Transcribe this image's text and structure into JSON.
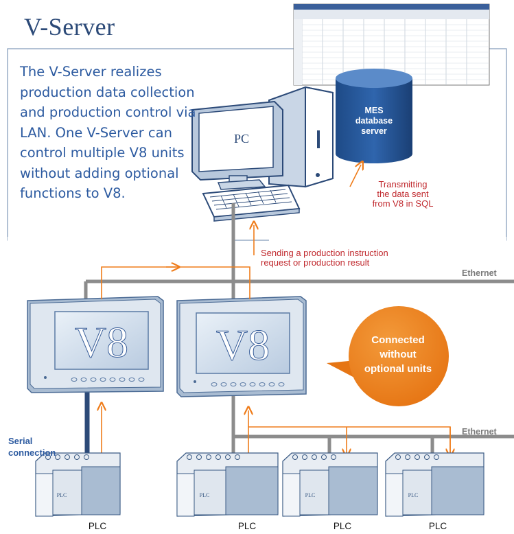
{
  "title": "V-Server",
  "intro": "The V-Server realizes production data collection and production control via LAN. One V-Server can control multiple V8 units without adding optional functions to V8.",
  "pc": {
    "label": "PC"
  },
  "mes": {
    "line1": "MES",
    "line2": "database",
    "line3": "server"
  },
  "transmit": {
    "line1": "Transmitting",
    "line2": "the data sent",
    "line3": "from V8 in SQL"
  },
  "sending": {
    "line1": "Sending a production instruction",
    "line2": "request or production result"
  },
  "ethernet_top": "Ethernet",
  "ethernet_bottom": "Ethernet",
  "v8": [
    "V8",
    "V8"
  ],
  "bubble": {
    "line1": "Connected",
    "line2": "without",
    "line3": "optional units"
  },
  "serial": {
    "line1": "Serial",
    "line2": "connection"
  },
  "plc_badge": "PLC",
  "plc_labels": [
    "PLC",
    "PLC",
    "PLC",
    "PLC"
  ],
  "colors": {
    "accent_blue": "#2c5aa0",
    "orange": "#ef7c1a",
    "red": "#c0282d",
    "line_gray": "#8c8c8c"
  }
}
